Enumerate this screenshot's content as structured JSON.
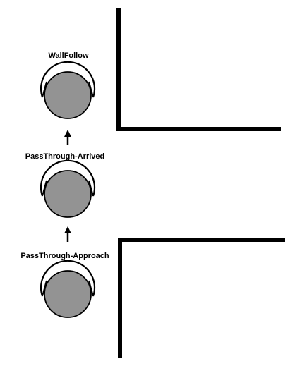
{
  "diagram": {
    "states": [
      {
        "label": "WallFollow"
      },
      {
        "label": "PassThrough-Arrived"
      },
      {
        "label": "PassThrough-Approach"
      }
    ],
    "colors": {
      "robot_fill": "#939393",
      "robot_outline": "#000000",
      "wall": "#000000",
      "arrow": "#000000",
      "background": "#ffffff"
    },
    "icons": [
      "robot-icon",
      "sensor-arc-icon",
      "up-arrow-icon"
    ]
  }
}
